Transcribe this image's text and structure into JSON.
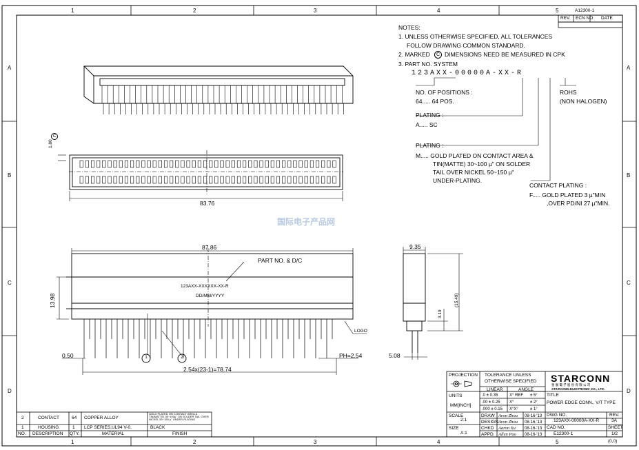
{
  "sheet_code": "A12300-1",
  "rev_table": {
    "headers": [
      "REV.",
      "ECN NO",
      "DATE"
    ]
  },
  "zone_numbers": [
    "1",
    "2",
    "3",
    "4",
    "5"
  ],
  "zone_letters": [
    "A",
    "B",
    "C",
    "D"
  ],
  "notes": {
    "title": "NOTES:",
    "n1a": "1. UNLESS OTHERWISE SPECIFIED, ALL TOLERANCES",
    "n1b": "FOLLOW DRAWING COMMON STANDARD.",
    "n2a": "2. MARKED",
    "n2_symbol": "C",
    "n2b": "DIMENSIONS NEED BE MEASURED IN CPK",
    "n3": "3. PART NO. SYSTEM",
    "pn_system": "123AXX-00000A-XX-R",
    "positions_label": "NO. OF POSITIONS :",
    "positions_value": "64..... 64 POS.",
    "plating1_label": "PLATING :",
    "plating1_value": "A..... SC",
    "rohs_label": "ROHS",
    "rohs_value": "(NON HALOGEN)",
    "plating2_label": "PLATING :",
    "plating2_l1": "M..... GOLD PLATED ON CONTACT AREA &",
    "plating2_l2": "TIN(MATTE) 30~100 µ\" ON SOLDER",
    "plating2_l3": "TAIL OVER NICKEL 50~150 µ\"",
    "plating2_l4": "UNDER-PLATING.",
    "contact_label": "CONTACT PLATING :",
    "contact_l1": "F.....   GOLD PLATED 3 µ\"MIN",
    "contact_l2": ",OVER PD/NI 27 µ\"MIN."
  },
  "dims": {
    "height_top": "1.80",
    "cpk_mark": "C",
    "width_bottom": "83.76",
    "width_front": "87.86",
    "height_front": "13.98",
    "part_label": "PART NO. & D/C",
    "part_marking": "123AXX-XXXXXX-XX-R",
    "date_marking": "DD/MM/YYYY",
    "tail": "0.50",
    "pitch": "2.54x(23-1)=78.74",
    "ph": "PH=2.54",
    "logo": "LOGO",
    "balloon1": "1",
    "balloon2": "2",
    "side_width": "9.35",
    "side_319": "3.19",
    "side_1549": "(15.49)",
    "side_508": "5.08"
  },
  "watermark": "国际电子产品网",
  "title_block": {
    "projection": "PROJECTION",
    "tol1": "TOLERANCE UNLESS",
    "tol2": "OTHERWISE SPECIFIED",
    "linear": "LINEAR",
    "angle": "ANGLE",
    "units": "UNITS",
    "units_value": "MM[INCH]",
    "lin1": ".0   ± 0.35",
    "lin2": ".00  ± 0.25",
    "lin3": ".000 ± 0.15",
    "ang1a": "X° REF",
    "ang1b": "± 5°",
    "ang2a": "X°",
    "ang2b": "± 2°",
    "ang3a": "X°X°",
    "ang3b": "± 1°",
    "scale": "SCALE",
    "scale_value": "2:1",
    "size": "SIZE",
    "size_value": "A:1",
    "draw": "DRAW",
    "design": "DESIGN",
    "chkd": "CHKD",
    "appd": "APPD.",
    "draw_name": "Avon Zhou",
    "design_name": "Avon Zhou",
    "chkd_name": "Aaron Xu",
    "appd_name": "Allen Pao",
    "date": "08-16-'13",
    "brand": "STARCONN",
    "brand_cn": "星 展 電 子 股 份 有 限 公 司",
    "brand_en": "STARCONN ELECTRONIC CO., LTD.",
    "title_label": "TITLE",
    "title_value": "POWER EDGE CONN., V/T TYPE",
    "dwg_label": "DWG NO.",
    "dwg_value": "123AXX-00000A-XX-R",
    "rev_label": "REV.",
    "rev_value": "3A",
    "cad_label": "CAD NO.",
    "cad_value": "E12300-1",
    "sheet_label": "SHEET",
    "sheet_value": "1/2",
    "origin": "(0,0)"
  },
  "bom": {
    "rows": [
      {
        "no": "2",
        "desc": "CONTACT",
        "qty": "64",
        "material": "COPPER ALLOY",
        "finish": "GOLD PLATED ON CONTACT AREA & TIN(MATTE) 30~100µ\" ON SOLDER TAIL OVER NICKEL 50~150 µ\" UNDER-PLATING"
      },
      {
        "no": "1",
        "desc": "HOUSING",
        "qty": "1",
        "material": "LCP SERIES,UL94 V-0.",
        "finish": "BLACK"
      }
    ],
    "headers": {
      "no": "NO.",
      "desc": "DESCRIPTION",
      "qty": "QTY.",
      "material": "MATERIAL",
      "finish": "FINISH"
    }
  }
}
